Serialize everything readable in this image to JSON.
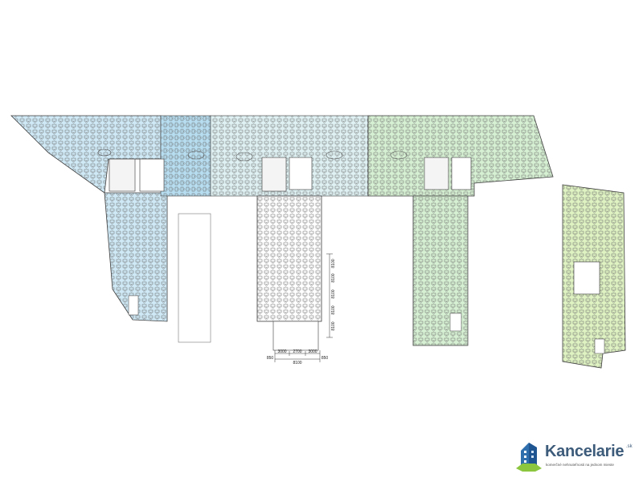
{
  "plan": {
    "zone_colors": {
      "blue": "#cfe9f6",
      "blue_dark": "#b7ddf0",
      "teal": "#d2eeee",
      "green": "#d6f0d3",
      "green_bright": "#dff2c2",
      "outline": "#3a3a3a",
      "desk": "#6b6b6b"
    }
  },
  "dimensions": {
    "bottom_labels": [
      "3000",
      "2700",
      "3000"
    ],
    "bottom_total": "8100",
    "edge_labels": [
      "850",
      "850"
    ],
    "right_side_labels": [
      "8100",
      "8100",
      "8100",
      "8100",
      "8100"
    ]
  },
  "logo": {
    "name": "Kancelarie",
    "tld": ".sk",
    "tagline": "komerčné nehnuteľnosti na jednom mieste",
    "colors": {
      "text": "#3d5b7a",
      "green": "#8cc63f",
      "blue": "#2f6fae"
    }
  }
}
